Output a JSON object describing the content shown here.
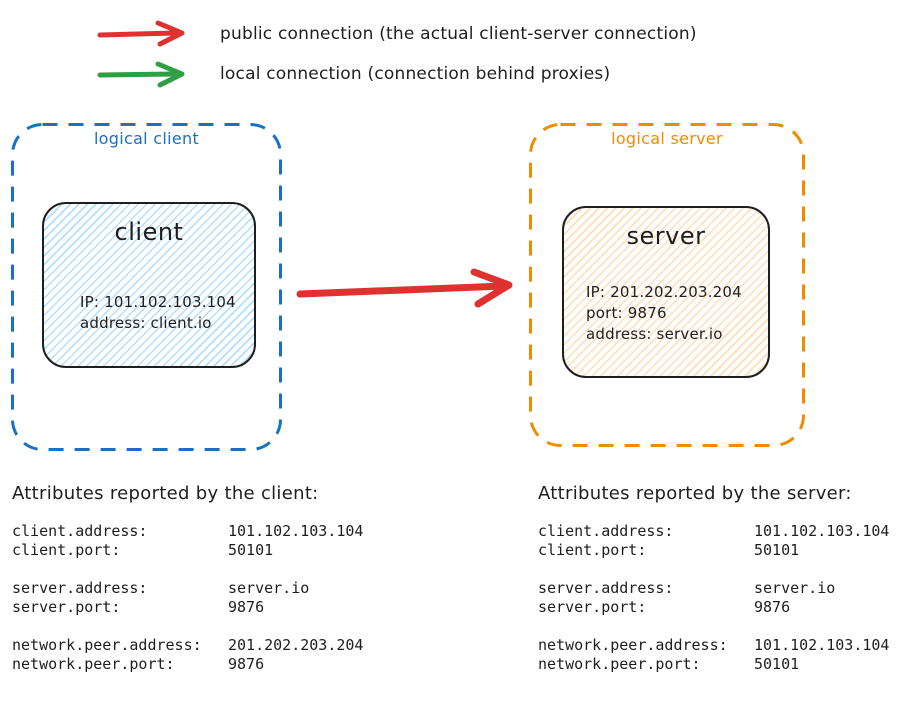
{
  "page": {
    "background": "#ffffff",
    "text_color": "#1e1e1e"
  },
  "legend": {
    "items": [
      {
        "name": "public-connection",
        "color": "#e03131",
        "label": "public connection (the actual client-server connection)"
      },
      {
        "name": "local-connection",
        "color": "#2f9e44",
        "label": "local connection (connection behind proxies)"
      }
    ]
  },
  "main_arrow": {
    "type": "public-connection",
    "color": "#e03131"
  },
  "logical_client": {
    "label": "logical client",
    "accent": "#1971c2",
    "node": {
      "title": "client",
      "fill_accent": "#a5d8ff",
      "lines": [
        "IP: 101.102.103.104",
        "address: client.io"
      ]
    }
  },
  "logical_server": {
    "label": "logical server",
    "accent": "#f08c00",
    "node": {
      "title": "server",
      "fill_accent": "#ffd8a8",
      "lines": [
        "IP: 201.202.203.204",
        "port: 9876",
        "address: server.io"
      ]
    }
  },
  "client_attributes": {
    "heading": "Attributes reported by the client:",
    "groups": [
      {
        "rows": [
          {
            "key": "client.address:",
            "value": "101.102.103.104"
          },
          {
            "key": "client.port:",
            "value": "50101"
          }
        ]
      },
      {
        "rows": [
          {
            "key": "server.address:",
            "value": "server.io"
          },
          {
            "key": "server.port:",
            "value": "9876"
          }
        ]
      },
      {
        "rows": [
          {
            "key": "network.peer.address:",
            "value": "201.202.203.204"
          },
          {
            "key": "network.peer.port:",
            "value": "9876"
          }
        ]
      }
    ]
  },
  "server_attributes": {
    "heading": "Attributes reported by the server:",
    "groups": [
      {
        "rows": [
          {
            "key": "client.address:",
            "value": "101.102.103.104"
          },
          {
            "key": "client.port:",
            "value": "50101"
          }
        ]
      },
      {
        "rows": [
          {
            "key": "server.address:",
            "value": "server.io"
          },
          {
            "key": "server.port:",
            "value": "9876"
          }
        ]
      },
      {
        "rows": [
          {
            "key": "network.peer.address:",
            "value": "101.102.103.104"
          },
          {
            "key": "network.peer.port:",
            "value": "50101"
          }
        ]
      }
    ]
  }
}
